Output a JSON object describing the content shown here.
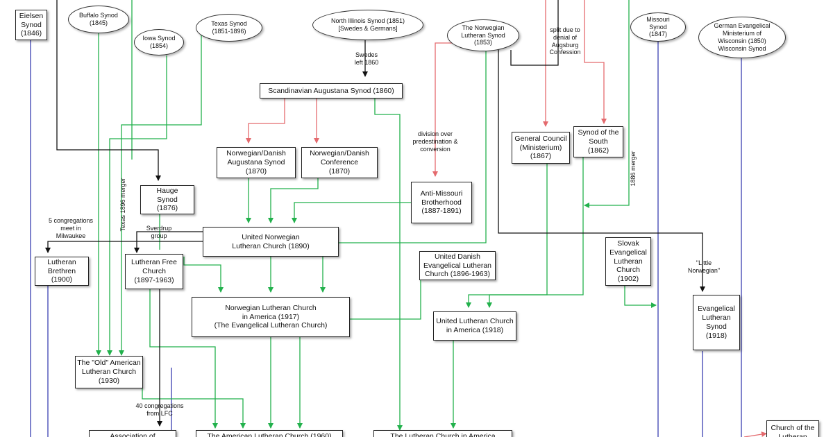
{
  "colors": {
    "merger": "#22b14c",
    "split": "#e46a6e",
    "lineage": "#3a3fb0",
    "other": "#111111"
  },
  "nodes": {
    "eielsen": "Eielsen\nSynod\n(1846)",
    "buffalo": "Buffalo Synod\n(1845)",
    "iowa": "Iowa Synod\n(1854)",
    "texas": "Texas Synod\n(1851-1896)",
    "north_illinois": "North Illinois Synod (1851)\n[Swedes & Germans]",
    "norwegian_synod": "The Norwegian\nLutheran Synod\n(1853)",
    "missouri": "Missouri\nSynod\n(1847)",
    "german_evangelical": "German Evangelical\nMinisterium of\nWisconsin (1850)\nWisconsin Synod",
    "augustana": "Scandinavian Augustana Synod (1860)",
    "nd_augustana": "Norwegian/Danish\nAugustana Synod\n(1870)",
    "nd_conference": "Norwegian/Danish\nConference\n(1870)",
    "general_council": "General Council\n(Ministerium)\n(1867)",
    "synod_south": "Synod of the\nSouth\n(1862)",
    "hauge": "Hauge\nSynod\n(1876)",
    "anti_missouri": "Anti-Missouri\nBrotherhood\n(1887-1891)",
    "united_norwegian": "United Norwegian\nLutheran Church (1890)",
    "lutheran_brethren": "Lutheran\nBrethren\n(1900)",
    "lutheran_free": "Lutheran Free\nChurch\n(1897-1963)",
    "united_danish": "United Danish\nEvangelical Lutheran\nChurch (1896-1963)",
    "slovak": "Slovak\nEvangelical\nLutheran\nChurch\n(1902)",
    "norwegian_lca": "Norwegian Lutheran Church\nin America (1917)\n(The Evangelical Lutheran Church)",
    "ulca": "United Lutheran Church\nin America (1918)",
    "els": "Evangelical\nLutheran\nSynod\n(1918)",
    "old_american": "The \"Old\" American\nLutheran Church\n(1930)",
    "association": "Association of",
    "alc": "The American Lutheran Church (1960)",
    "lca": "The Lutheran Church in America",
    "church_lutheran": "Church of the\nLutheran"
  },
  "notes": {
    "swedes_left": "Swedes\nleft 1860",
    "split_denial": "split due to\ndenial of\nAugsburg\nConfession",
    "division": "division over\npredestination &\nconversion",
    "texas_merger": "Texas 1896 merger",
    "merger_1886": "1886 merger",
    "five_congregations": "5 congregations\nmeet in\nMilwaukee",
    "sverdrup": "Sverdrup\ngroup",
    "little_norwegian": "\"Little\nNorwegian\"",
    "forty_congregations": "40 congregations\nfrom LFC"
  }
}
